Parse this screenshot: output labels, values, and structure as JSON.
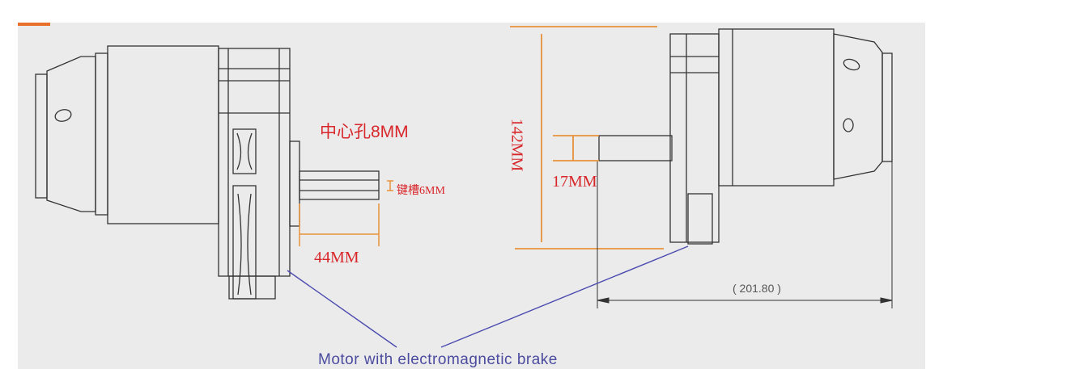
{
  "labels": {
    "center_hole": "中心孔8MM",
    "keyway": "键槽6MM",
    "shaft_length": "44MM",
    "height": "142MM",
    "shaft_diameter": "17MM",
    "overall_length": "( 201.80 )",
    "caption": "Motor with electromagnetic brake"
  },
  "colors": {
    "dimension": "#e8923a",
    "label": "#d8262a",
    "leader": "#4b4bb0",
    "drawing": "#333333"
  }
}
